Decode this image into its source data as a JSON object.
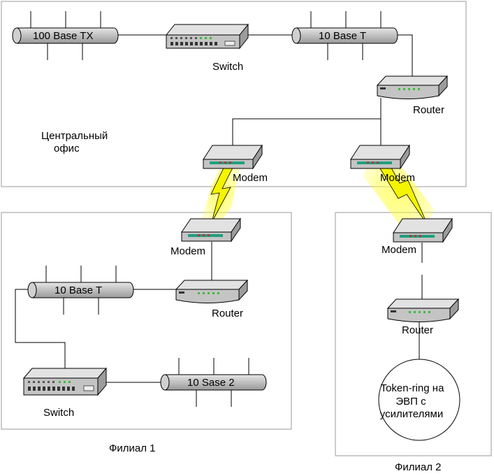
{
  "regions": {
    "central": {
      "label_line1": "Центральный",
      "label_line2": "офис"
    },
    "branch1": {
      "label": "Филиал 1"
    },
    "branch2": {
      "label": "Филиал 2"
    }
  },
  "central": {
    "bus_left": "100 Base TX",
    "bus_right": "10 Base T",
    "switch": "Switch",
    "router": "Router",
    "modem_left": "Modem",
    "modem_right": "Modem"
  },
  "branch1": {
    "modem": "Modem",
    "router": "Router",
    "bus_top": "10 Base T",
    "bus_bottom": "10 Sase 2",
    "switch": "Switch"
  },
  "branch2": {
    "modem": "Modem",
    "router": "Router",
    "token_ring_line1": "Token-ring на",
    "token_ring_line2": "ЭВП  с",
    "token_ring_line3": "усилителями"
  },
  "colors": {
    "device_top": "#d9d9d9",
    "device_front": "#bdbdbd",
    "bus_fill": "#c8c8c8",
    "led_green": "#3dbb3d",
    "modem_stripe": "#1f9f7f",
    "lightning": "#f4f400"
  }
}
